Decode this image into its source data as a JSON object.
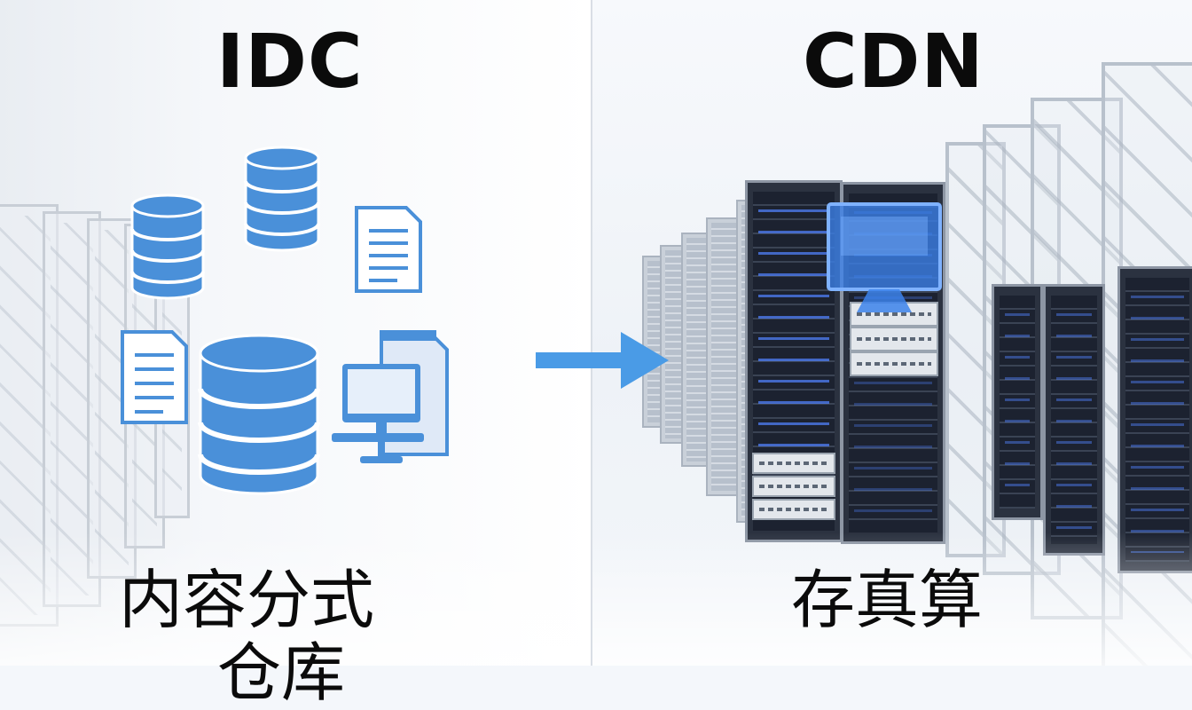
{
  "left": {
    "title": "IDC",
    "caption_line1": "内容分式",
    "caption_line2": "仓库"
  },
  "right": {
    "title": "CDN",
    "caption": "存真算"
  },
  "colors": {
    "icon_blue": "#4a90d9",
    "icon_blue_dark": "#3a78bf",
    "arrow_blue": "#4a9be6",
    "title_black": "#0b0b0b"
  },
  "icons": [
    "database-icon",
    "database-icon",
    "document-icon",
    "document-icon",
    "database-large-icon",
    "computer-workstation-icon",
    "monitor-icon",
    "arrow-right-icon"
  ]
}
